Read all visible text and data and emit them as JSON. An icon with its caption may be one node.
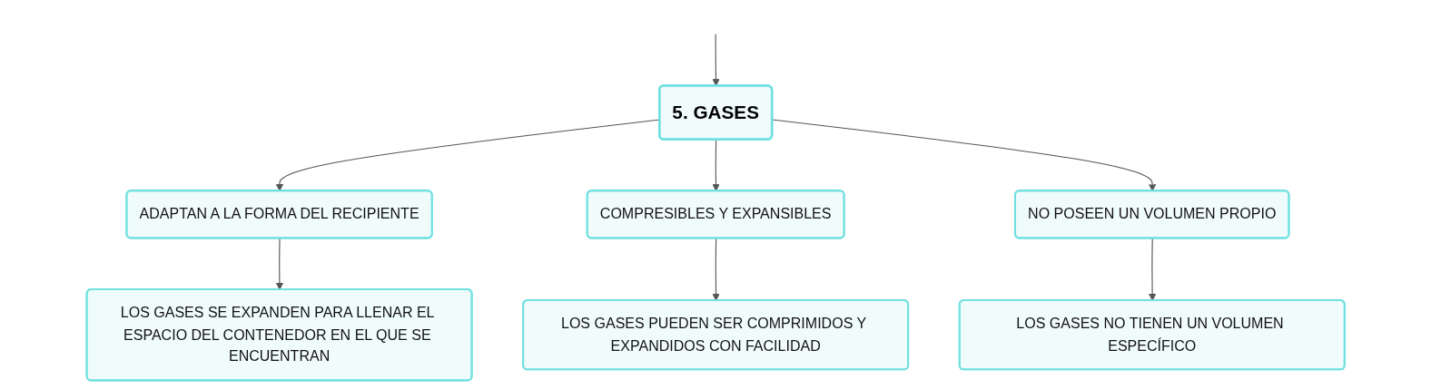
{
  "diagram": {
    "nodes": [
      {
        "text": [
          "5. GASES"
        ]
      },
      {
        "text": [
          "ADAPTAN A LA FORMA DEL RECIPIENTE"
        ]
      },
      {
        "text": [
          "COMPRESIBLES Y EXPANSIBLES"
        ]
      },
      {
        "text": [
          "NO POSEEN UN VOLUMEN PROPIO"
        ]
      },
      {
        "text": [
          "LOS GASES SE EXPANDEN PARA LLENAR EL ESPACIO DEL CONTENEDOR EN EL QUE SE ENCUENTRAN"
        ]
      },
      {
        "text": [
          "LOS GASES PUEDEN SER COMPRIMIDOS Y EXPANDIDOS CON FACILIDAD"
        ]
      },
      {
        "text": [
          "LOS GASES NO TIENEN UN VOLUMEN ESPECÍFICO"
        ]
      }
    ],
    "edges": [
      {
        "from": null,
        "to": 0,
        "arrow": "to"
      },
      {
        "from": 0,
        "to": 1,
        "arrow": "to"
      },
      {
        "from": 0,
        "to": 2,
        "arrow": "to"
      },
      {
        "from": 0,
        "to": 3,
        "arrow": "to"
      },
      {
        "from": 1,
        "to": 4,
        "arrow": "to"
      },
      {
        "from": 2,
        "to": 5,
        "arrow": "to"
      },
      {
        "from": 3,
        "to": 6,
        "arrow": "to"
      }
    ]
  }
}
